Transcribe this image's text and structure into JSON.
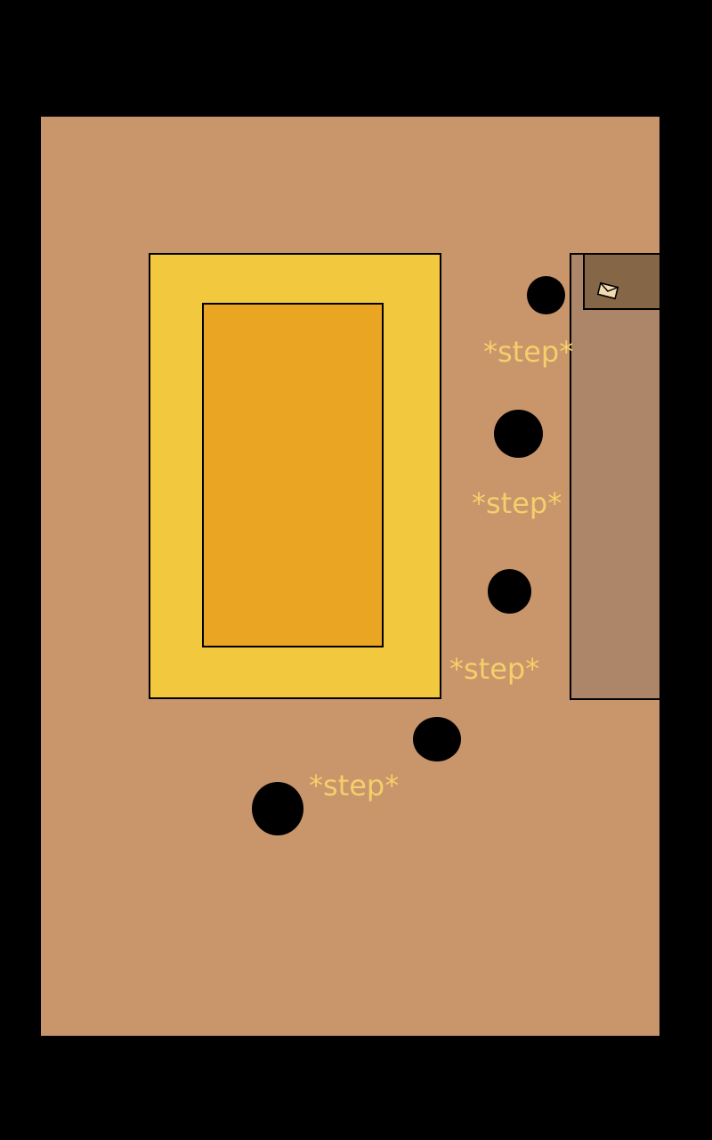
{
  "scene": {
    "colors": {
      "background": "#000000",
      "floor": "#c9956b",
      "rug_outer": "#f2c83e",
      "rug_inner": "#eaa622",
      "counter": "#ad866a",
      "shelf_box": "#856748",
      "step_text": "#f3d06b"
    },
    "icons": {
      "letter": "envelope-icon"
    },
    "steps": [
      {
        "label": "*step*"
      },
      {
        "label": "*step*"
      },
      {
        "label": "*step*"
      },
      {
        "label": "*step*"
      }
    ]
  }
}
